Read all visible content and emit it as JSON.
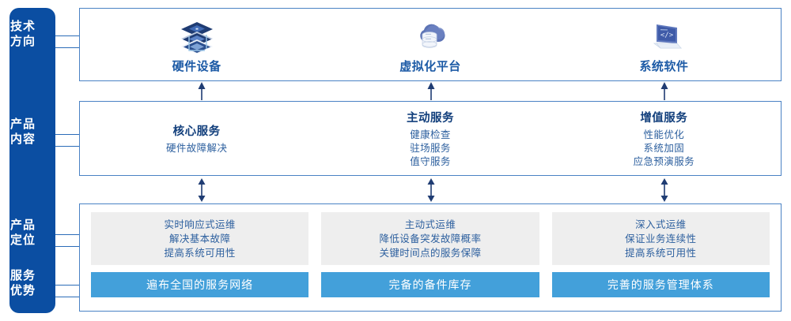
{
  "sidebar": {
    "background_color": "#0b4ea2",
    "items": [
      {
        "name": "tech-direction",
        "line1": "技术",
        "line2": "方向"
      },
      {
        "name": "product-content",
        "line1": "产品",
        "line2": "内容"
      },
      {
        "name": "product-positioning",
        "line1": "产品",
        "line2": "定位"
      },
      {
        "name": "service-advantage",
        "line1": "服务",
        "line2": "优势"
      }
    ]
  },
  "tech_direction": {
    "columns": [
      {
        "icon": "server-stack-icon",
        "label": "硬件设备"
      },
      {
        "icon": "cloud-database-icon",
        "label": "虚拟化平台"
      },
      {
        "icon": "laptop-code-icon",
        "label": "系统软件"
      }
    ]
  },
  "product_content": {
    "columns": [
      {
        "title": "核心服务",
        "items": [
          "硬件故障解决"
        ]
      },
      {
        "title": "主动服务",
        "items": [
          "健康检查",
          "驻场服务",
          "值守服务"
        ]
      },
      {
        "title": "增值服务",
        "items": [
          "性能优化",
          "系统加固",
          "应急预演服务"
        ]
      }
    ]
  },
  "product_positioning": {
    "cards": [
      {
        "lines": [
          "实时响应式运维",
          "解决基本故障",
          "提高系统可用性"
        ]
      },
      {
        "lines": [
          "主动式运维",
          "降低设备突发故障概率",
          "关键时间点的服务保障"
        ]
      },
      {
        "lines": [
          "深入式运维",
          "保证业务连续性",
          "提高系统可用性"
        ]
      }
    ],
    "card_color": "#eeeeee"
  },
  "service_advantage": {
    "bars": [
      {
        "label": "遍布全国的服务网络"
      },
      {
        "label": "完备的备件库存"
      },
      {
        "label": "完善的服务管理体系"
      }
    ],
    "bar_color": "#43a0da"
  },
  "arrows": {
    "up_arrow_icon": "arrow-up-icon",
    "double_arrow_icon": "arrow-up-down-icon"
  },
  "colors": {
    "brand_dark_blue": "#0b4ea2",
    "panel_border": "#4a82c4",
    "title_blue": "#123f7c",
    "text_blue": "#2c5f9e",
    "accent_blue": "#43a0da",
    "gray": "#eeeeee"
  }
}
